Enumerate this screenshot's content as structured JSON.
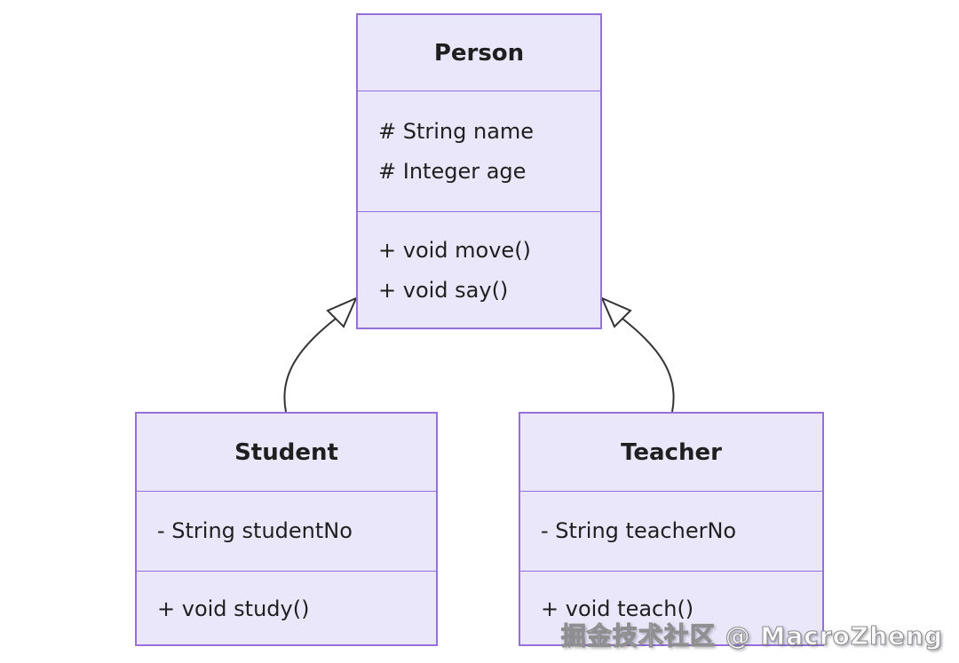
{
  "diagram": {
    "type": "uml-class-diagram",
    "classes": [
      {
        "id": "person",
        "name": "Person",
        "attributes": [
          "# String name",
          "# Integer age"
        ],
        "methods": [
          "+ void move()",
          "+ void say()"
        ]
      },
      {
        "id": "student",
        "name": "Student",
        "attributes": [
          "- String studentNo"
        ],
        "methods": [
          "+ void study()"
        ]
      },
      {
        "id": "teacher",
        "name": "Teacher",
        "attributes": [
          "- String teacherNo"
        ],
        "methods": [
          "+ void teach()"
        ]
      }
    ],
    "relationships": [
      {
        "from": "Student",
        "to": "Person",
        "type": "inheritance"
      },
      {
        "from": "Teacher",
        "to": "Person",
        "type": "inheritance"
      }
    ],
    "colors": {
      "box_fill": "#EAE7FA",
      "box_border": "#9370DB",
      "edge": "#333333",
      "text": "#1f1f1f"
    }
  },
  "watermark": {
    "text": "掘金技术社区 @ MacroZheng"
  }
}
